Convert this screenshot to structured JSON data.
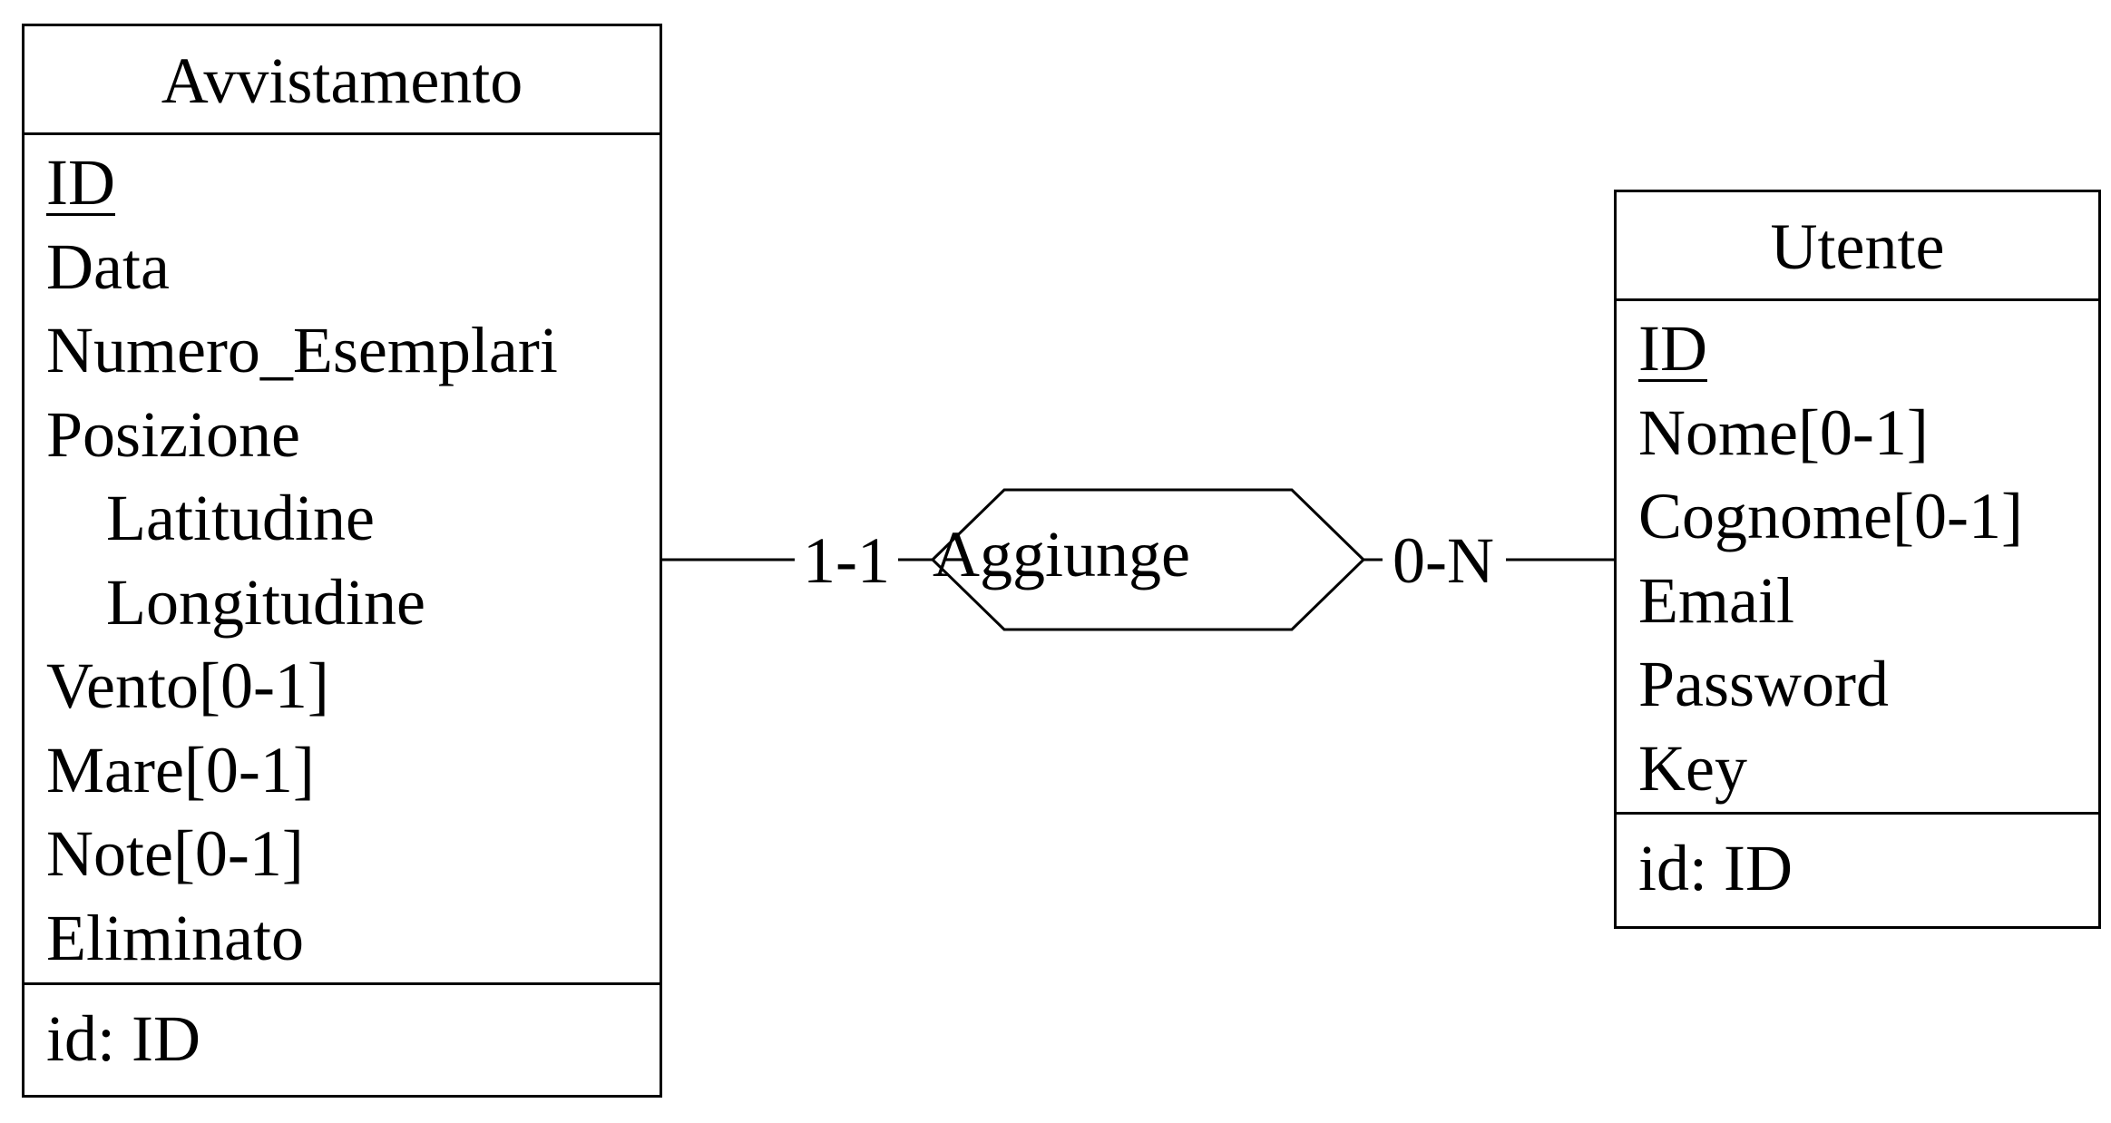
{
  "entities": {
    "avvistamento": {
      "name": "Avvistamento",
      "attributes": [
        {
          "label": "ID",
          "key": true,
          "sub": false
        },
        {
          "label": "Data",
          "key": false,
          "sub": false
        },
        {
          "label": "Numero_Esemplari",
          "key": false,
          "sub": false
        },
        {
          "label": "Posizione",
          "key": false,
          "sub": false
        },
        {
          "label": "Latitudine",
          "key": false,
          "sub": true
        },
        {
          "label": "Longitudine",
          "key": false,
          "sub": true
        },
        {
          "label": "Vento[0-1]",
          "key": false,
          "sub": false
        },
        {
          "label": "Mare[0-1]",
          "key": false,
          "sub": false
        },
        {
          "label": "Note[0-1]",
          "key": false,
          "sub": false
        },
        {
          "label": "Eliminato",
          "key": false,
          "sub": false
        }
      ],
      "identifier": "id: ID"
    },
    "utente": {
      "name": "Utente",
      "attributes": [
        {
          "label": "ID",
          "key": true,
          "sub": false
        },
        {
          "label": "Nome[0-1]",
          "key": false,
          "sub": false
        },
        {
          "label": "Cognome[0-1]",
          "key": false,
          "sub": false
        },
        {
          "label": "Email",
          "key": false,
          "sub": false
        },
        {
          "label": "Password",
          "key": false,
          "sub": false
        },
        {
          "label": "Key",
          "key": false,
          "sub": false
        }
      ],
      "identifier": "id: ID"
    }
  },
  "relationship": {
    "name": "Aggiunge",
    "cardinality_left": "1-1",
    "cardinality_right": "0-N"
  },
  "colors": {
    "stroke": "#000000",
    "background": "#ffffff"
  }
}
